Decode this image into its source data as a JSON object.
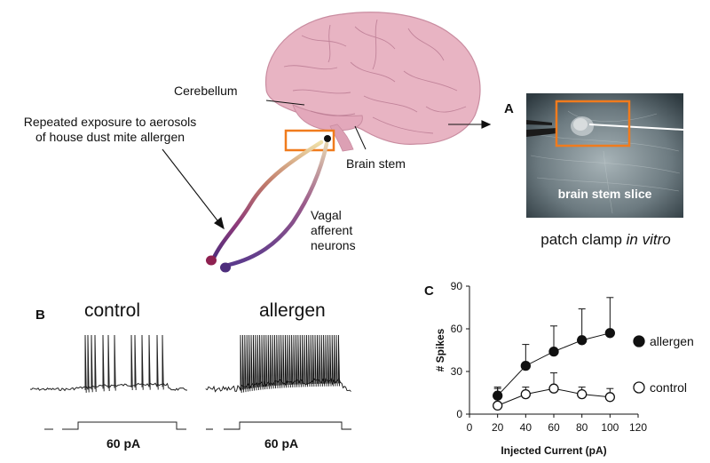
{
  "brain_labels": {
    "cerebellum": "Cerebellum",
    "exposure_line1": "Repeated exposure to aerosols",
    "exposure_line2": "of house dust mite allergen",
    "brain_stem": "Brain stem",
    "vagal_line1": "Vagal",
    "vagal_line2": "afferent",
    "vagal_line3": "neurons"
  },
  "panel_a": {
    "letter": "A",
    "slice_label": "brain stem slice",
    "caption_plain": "patch clamp",
    "caption_italic": "in vitro"
  },
  "panel_b": {
    "letter": "B",
    "control_title": "control",
    "allergen_title": "allergen",
    "control_current": "60 pA",
    "allergen_current": "60 pA"
  },
  "colors": {
    "brain": "#e8b4c3",
    "brain_edge": "#c98ca0",
    "highlight_box": "#f07b1d",
    "neuron_gradient": [
      "#f0e0a8",
      "#c07a6a",
      "#8e3a7a",
      "#4d2d7c"
    ]
  },
  "chart_data": {
    "type": "scatter",
    "letter": "C",
    "xlabel": "Injected Current (pA)",
    "ylabel": "# Spikes",
    "xlim": [
      0,
      120
    ],
    "ylim": [
      0,
      90
    ],
    "xticks": [
      0,
      20,
      40,
      60,
      80,
      100,
      120
    ],
    "yticks": [
      0,
      30,
      60,
      90
    ],
    "legend_position": "right",
    "series": [
      {
        "name": "allergen",
        "marker": "filled-circle",
        "x": [
          20,
          40,
          60,
          80,
          100
        ],
        "y": [
          13,
          34,
          44,
          52,
          57
        ],
        "error_upper": [
          19,
          49,
          62,
          74,
          82
        ]
      },
      {
        "name": "control",
        "marker": "open-circle",
        "x": [
          20,
          40,
          60,
          80,
          100
        ],
        "y": [
          6,
          14,
          18,
          14,
          12
        ],
        "error_upper": [
          18,
          19,
          29,
          19,
          18
        ]
      }
    ]
  }
}
